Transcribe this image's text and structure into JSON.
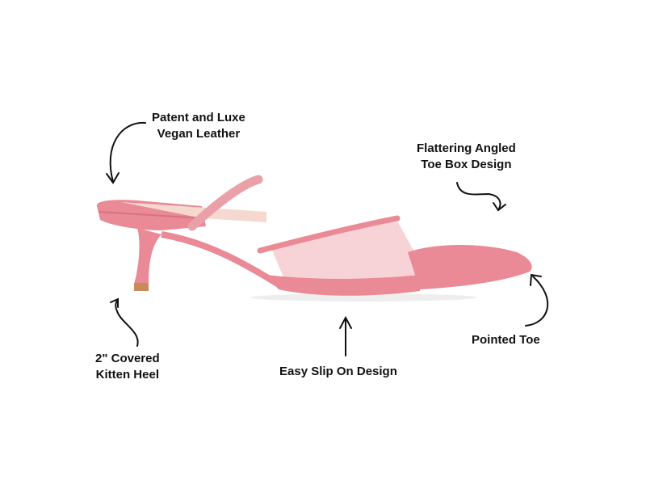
{
  "image": {
    "subject": "Pink pointed-toe kitten heel mule with mesh side panel and elastic strap",
    "colors": {
      "shoe_main": "#e98a96",
      "shoe_light": "#f2aab2",
      "shoe_shadow": "#d9727f",
      "mesh": "#f7d2d6",
      "insole": "#f5d8cf",
      "heel_tip": "#c98a5a",
      "arrow": "#111111"
    }
  },
  "annotations": [
    {
      "id": "leather",
      "lines": [
        "Patent and Luxe",
        "Vegan Leather"
      ]
    },
    {
      "id": "toe-box",
      "lines": [
        "Flattering Angled",
        "Toe Box Design"
      ]
    },
    {
      "id": "heel",
      "lines": [
        "2\" Covered",
        "Kitten Heel"
      ]
    },
    {
      "id": "slip-on",
      "lines": [
        "Easy Slip On Design"
      ]
    },
    {
      "id": "pointed-toe",
      "lines": [
        "Pointed Toe"
      ]
    }
  ]
}
